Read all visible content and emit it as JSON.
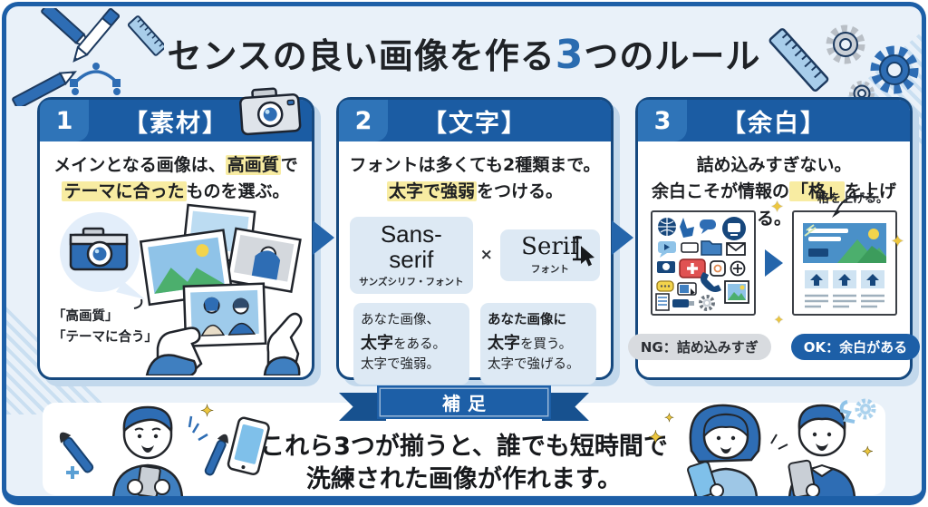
{
  "title": {
    "pre": "センスの良い画像を作る",
    "number": "3",
    "post": "つのルール"
  },
  "cards": [
    {
      "number": "1",
      "heading": "【素材】",
      "l1a": "メインとなる画像は、",
      "l1b": "高画質",
      "l1c": "で",
      "l2a": "テーマに合った",
      "l2b": "ものを選ぶ。",
      "caption1": "「高画質」",
      "caption2": "「テーマに合う」"
    },
    {
      "number": "2",
      "heading": "【文字】",
      "l1": "フォントは多くても2種類まで。",
      "l2a": "太字で強弱",
      "l2b": "をつける。",
      "sans_name": "Sans-serif",
      "sans_sub": "サンズシリフ・フォント",
      "times": "×",
      "serif_name": "Serif",
      "serif_sub": "フォント",
      "ex1_l1": "あなた画像、",
      "ex1_l2b": "太字",
      "ex1_l2r": "をある。",
      "ex1_l3": "太字で強弱。",
      "ex2_l1": "あなた画像に",
      "ex2_l2b": "太字",
      "ex2_l2r": "を買う。",
      "ex2_l3": "太字で強げる。"
    },
    {
      "number": "3",
      "heading": "【余白】",
      "l1": "詰め込みすぎない。",
      "l2a": "余白こそが情報の",
      "l2b": "「格」",
      "l2c": "を上げる。",
      "annotation": "格を上げる。",
      "ng_label": "NG：詰め込みすぎ",
      "ok_label": "OK：余白がある"
    }
  ],
  "footer": {
    "ribbon": "補足",
    "l1": "これら3つが揃うと、誰でも短時間で",
    "l2": "洗練された画像が作れます。"
  },
  "icons": {
    "top_left": [
      "pencil-icon",
      "pencil-icon",
      "pen-tool-icon",
      "ruler-icon"
    ],
    "top_right": [
      "ruler-icon",
      "gear-icon",
      "gear-icon",
      "gear-icon"
    ],
    "card1": [
      "camera-icon",
      "photo-icon",
      "hands-icon",
      "speech-bubble-icon"
    ],
    "card2": [
      "text-cursor-icon",
      "mouse-pointer-icon"
    ],
    "card3": [
      "cluttered-icons-grid",
      "clean-layout-icon",
      "arrow-right-icon",
      "sparkle-icon"
    ],
    "footer": [
      "paintbrush-icon",
      "smartphone-icon",
      "person-icon",
      "sparkle-icon",
      "gear-icon",
      "wrench-icon"
    ]
  },
  "colors": {
    "frame_border": "#1d5fa7",
    "background": "#e9f1f9",
    "header_blue": "#1b5ca3",
    "number_square_blue": "#2f74b8",
    "title_number_blue": "#2b6cb0",
    "highlight_yellow": "#f8eca2",
    "light_box_blue": "#dde9f4",
    "ng_pill_gray": "#d8dbdf",
    "ok_pill_blue": "#1d5fa7",
    "card_shadow": "#c2d8ec"
  }
}
